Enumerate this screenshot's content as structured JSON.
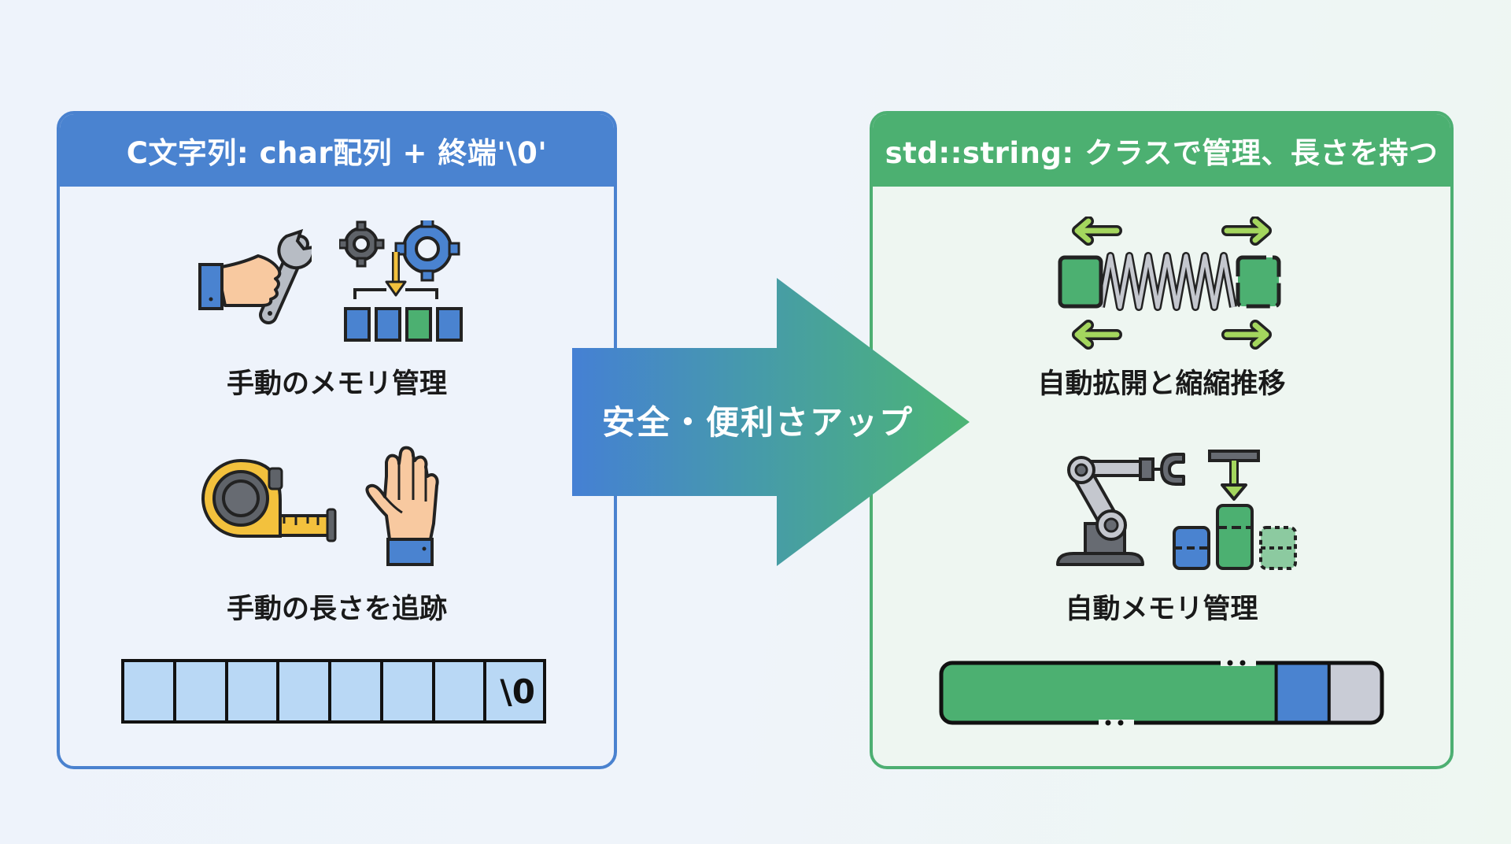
{
  "colors": {
    "blue": "#4a83d0",
    "green": "#4cb071",
    "light_blue_cell": "#b9d8f5",
    "lime_arrow": "#a4d65e",
    "gray_segment": "#c9ccd6"
  },
  "left_panel": {
    "title": "C文字列: char配列 + 終端'\\0'",
    "sections": [
      {
        "caption": "手動のメモリ管理",
        "icons": [
          "hand-wrench-icon",
          "gears-icon",
          "memory-blocks-icon"
        ]
      },
      {
        "caption": "手動の長さを追跡",
        "icons": [
          "tape-measure-icon",
          "raised-hand-icon"
        ]
      }
    ],
    "char_array": {
      "cells": [
        "",
        "",
        "",
        "",
        "",
        "",
        "",
        "\\0"
      ]
    }
  },
  "center_arrow": {
    "label": "安全・便利さアップ"
  },
  "right_panel": {
    "title": "std::string: クラスで管理、長さを持つ",
    "sections": [
      {
        "caption": "自動拡開と縮縮推移",
        "icons": [
          "spring-expand-icon",
          "arrows-icon"
        ]
      },
      {
        "caption": "自動メモリ管理",
        "icons": [
          "robot-arm-icon",
          "memory-allocation-icon"
        ]
      }
    ],
    "string_buffer": {
      "segments": [
        {
          "name": "used",
          "fraction": 0.76
        },
        {
          "name": "size",
          "fraction": 0.12
        },
        {
          "name": "capacity",
          "fraction": 0.12
        }
      ]
    }
  }
}
